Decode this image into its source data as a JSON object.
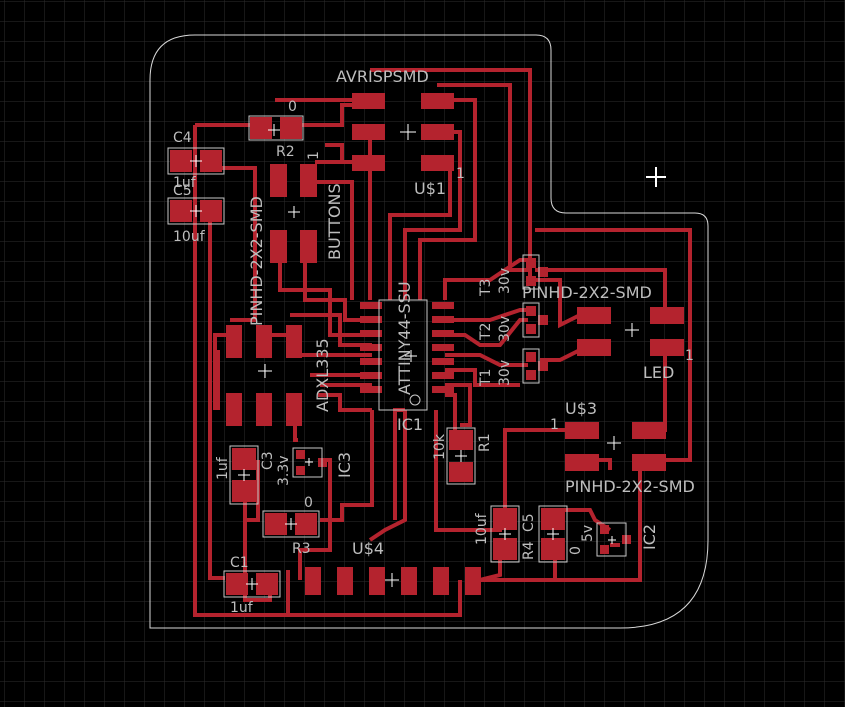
{
  "colors": {
    "background": "#000000",
    "grid": "#2e2e2e",
    "copper": "#b4232e",
    "silkscreen": "#c8c8c8",
    "outline": "#d9d9d9",
    "text": "#bdbdbd"
  },
  "labels": {
    "avrispsmd": "AVRISPSMD",
    "us1": "U$1",
    "us1_pin": "1",
    "r2_value": "0",
    "r2_name": "R2",
    "r2_pin": "1",
    "c4": "C4",
    "c4_value": "1uf",
    "c5": "C5",
    "c5_value": "10uf",
    "pinhd_left": "PINHD-2X2-SMD",
    "buttons": "BUTTONS",
    "attiny": "ATTINY44-SSU",
    "ic1": "IC1",
    "adxl": "ADXL335",
    "t3": "T3",
    "t3_value": "30v",
    "t2": "T2",
    "t2_value": "30v",
    "t1": "T1",
    "t1_value": "30v",
    "pinhd_top": "PINHD-2X2-SMD",
    "led": "LED",
    "led_pin": "1",
    "us3": "U$3",
    "us3_pin": "1",
    "pinhd_bottom": "PINHD-2X2-SMD",
    "r1_value": "10k",
    "r1": "R1",
    "c3_value": "1uf",
    "c3": "C3",
    "c3_volt": "3.3v",
    "ic3": "IC3",
    "r3_value": "0",
    "r3": "R3",
    "us4": "U$4",
    "c1": "C1",
    "c1_value": "1uf",
    "c6_value": "10uf",
    "c6": "C5",
    "r4": "R4",
    "r4_value": "0",
    "ic2_volt": "5v",
    "ic2": "IC2"
  }
}
